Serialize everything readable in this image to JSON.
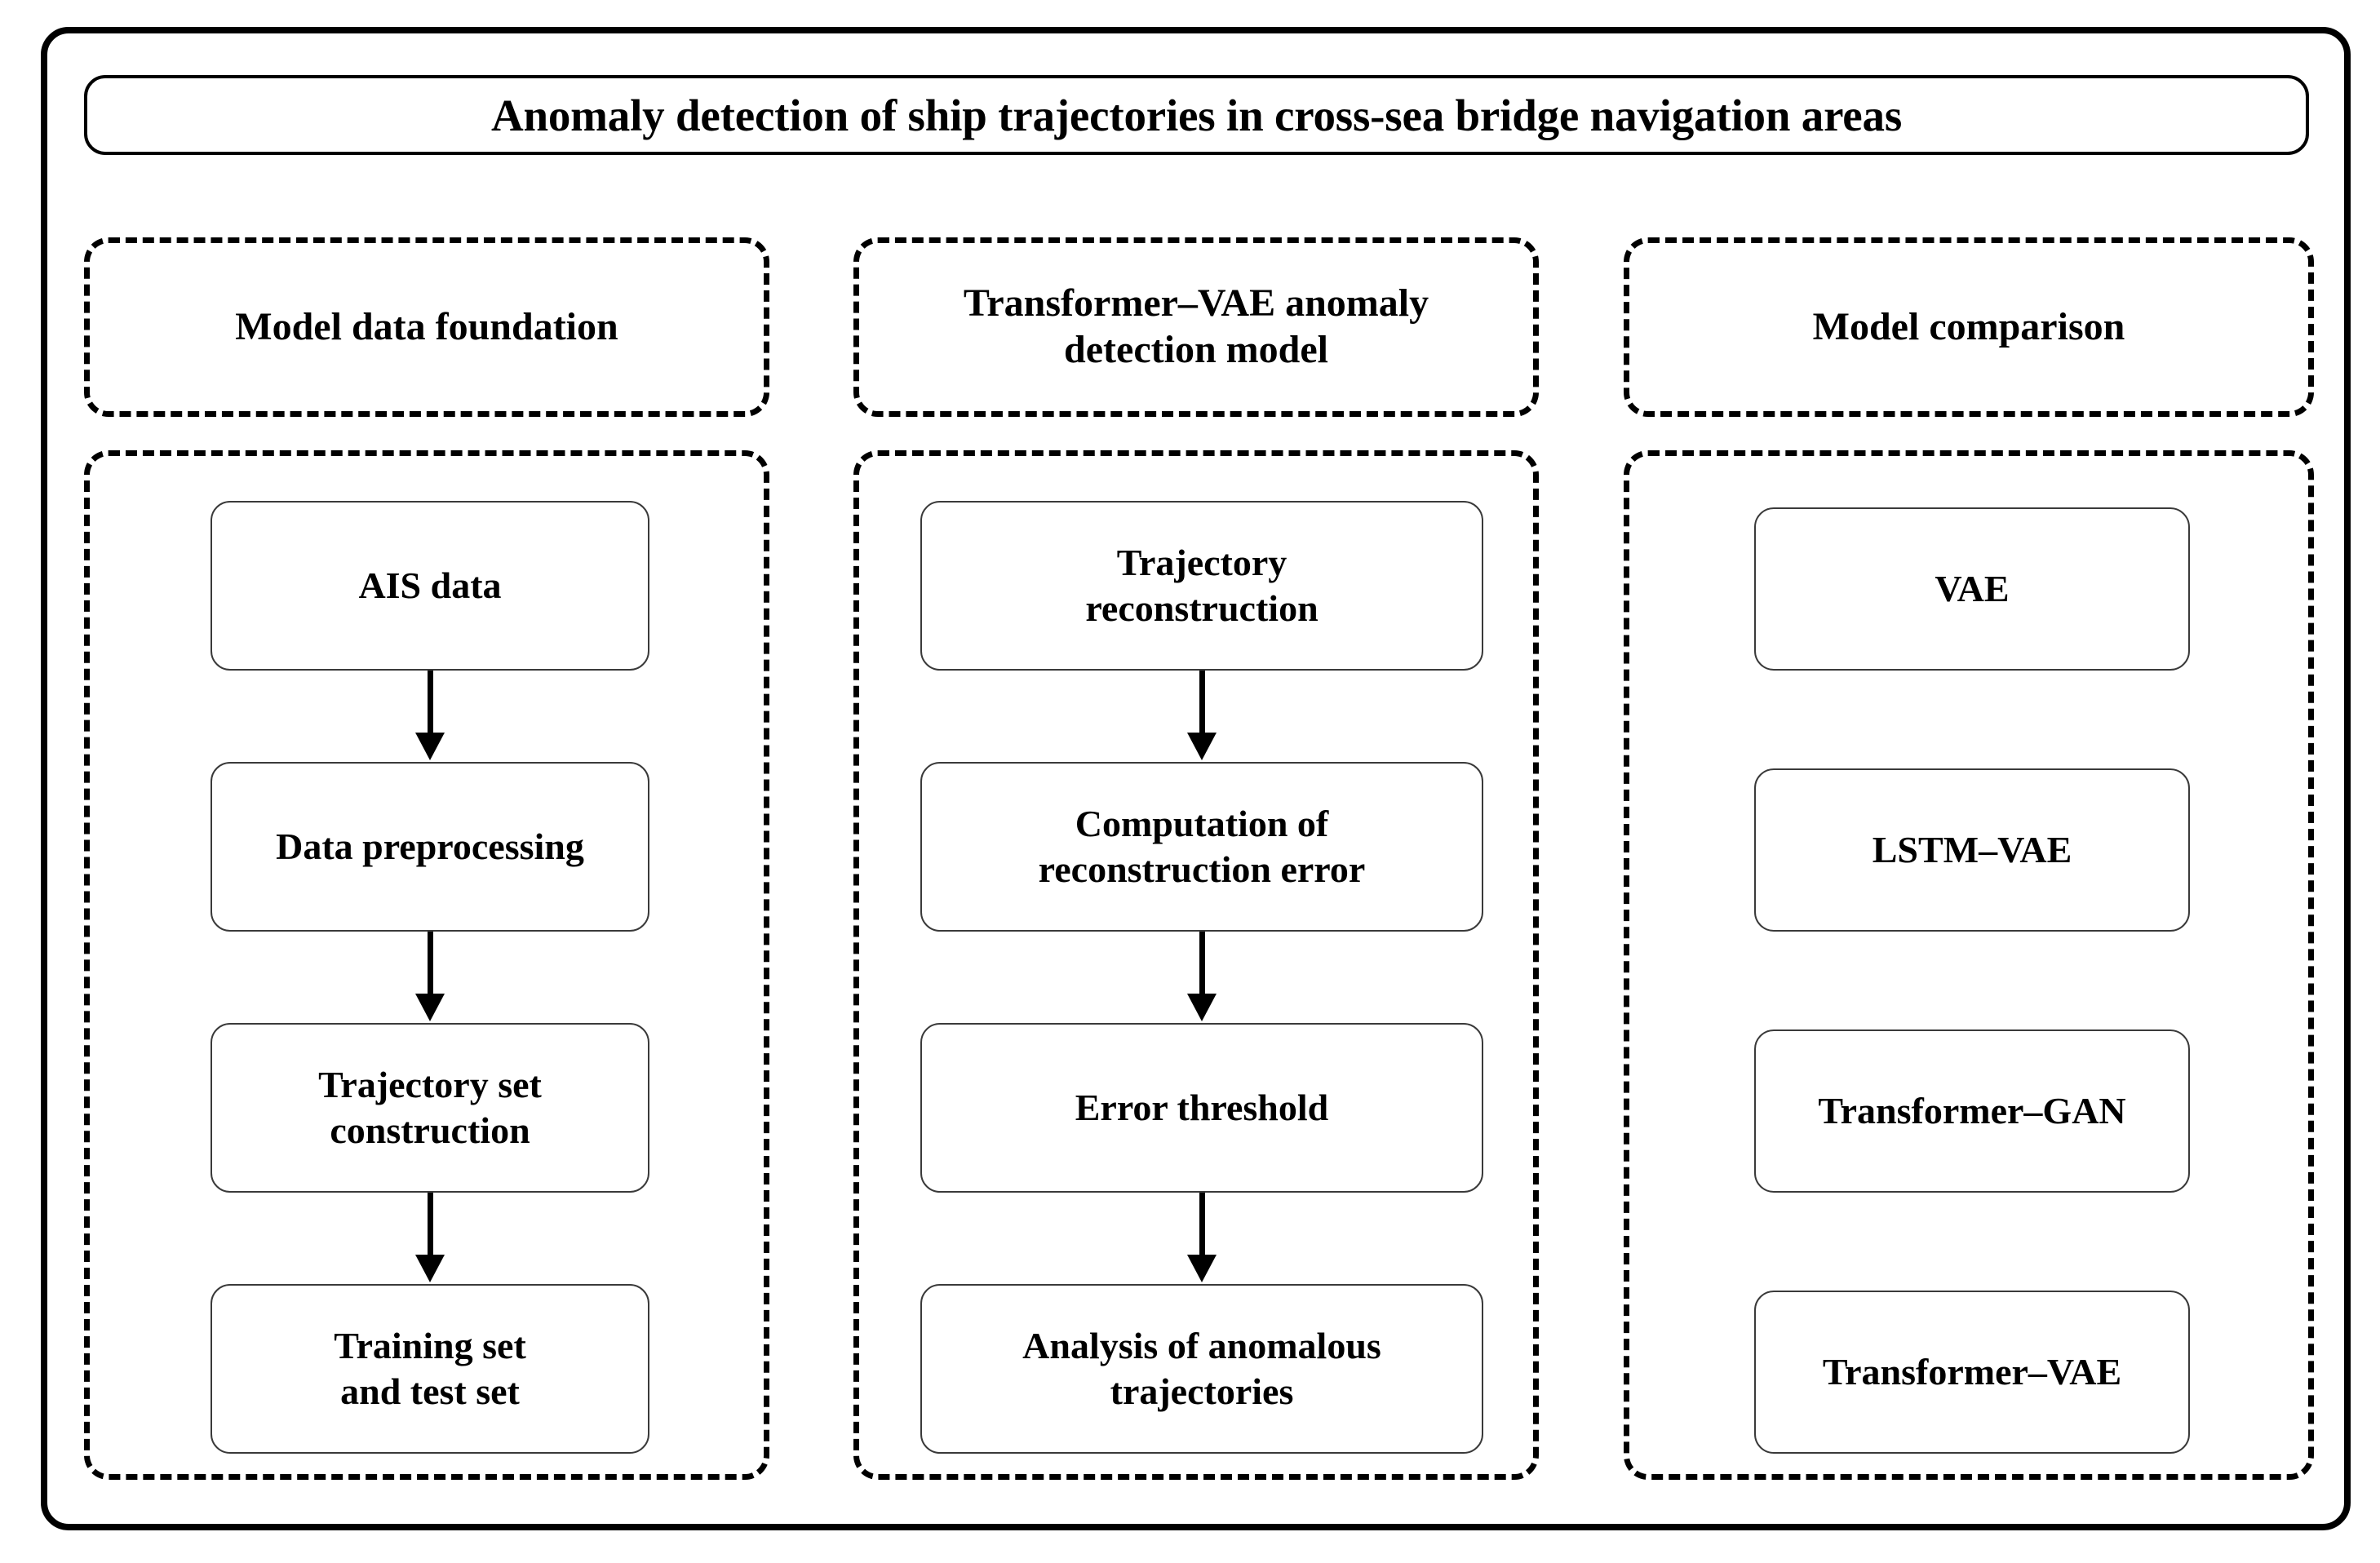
{
  "diagram": {
    "title": "Anomaly detection of ship trajectories in cross-sea bridge navigation areas",
    "columns": [
      {
        "id": "model-data-foundation",
        "header": "Model data foundation",
        "header_lines": [
          "Model data foundation"
        ],
        "connector": "arrow-down",
        "nodes": [
          {
            "id": "ais-data",
            "lines": [
              "AIS data"
            ]
          },
          {
            "id": "data-preprocessing",
            "lines": [
              "Data preprocessing"
            ]
          },
          {
            "id": "trajectory-set-construction",
            "lines": [
              "Trajectory set",
              "construction"
            ]
          },
          {
            "id": "training-and-test-set",
            "lines": [
              "Training set",
              "and test set"
            ]
          }
        ]
      },
      {
        "id": "transformer-vae-anomaly-detection-model",
        "header": "Transformer–VAE anomaly detection model",
        "header_lines": [
          "Transformer–VAE anomaly",
          "detection model"
        ],
        "connector": "arrow-down",
        "nodes": [
          {
            "id": "trajectory-reconstruction",
            "lines": [
              "Trajectory",
              "reconstruction"
            ]
          },
          {
            "id": "computation-of-reconstruction-error",
            "lines": [
              "Computation of",
              "reconstruction error"
            ]
          },
          {
            "id": "error-threshold",
            "lines": [
              "Error threshold"
            ]
          },
          {
            "id": "analysis-of-anomalous-trajectories",
            "lines": [
              "Analysis of anomalous",
              "trajectories"
            ]
          }
        ]
      },
      {
        "id": "model-comparison",
        "header": "Model comparison",
        "header_lines": [
          "Model comparison"
        ],
        "connector": "none",
        "nodes": [
          {
            "id": "vae",
            "lines": [
              "VAE"
            ]
          },
          {
            "id": "lstm-vae",
            "lines": [
              "LSTM–VAE"
            ]
          },
          {
            "id": "transformer-gan",
            "lines": [
              "Transformer–GAN"
            ]
          },
          {
            "id": "transformer-vae",
            "lines": [
              "Transformer–VAE"
            ]
          }
        ]
      }
    ],
    "colors": {
      "frame": "#000000",
      "panel_border": "#000000",
      "node_border": "#3a3a3a",
      "text": "#000000",
      "background": "#ffffff",
      "arrow": "#000000"
    }
  }
}
